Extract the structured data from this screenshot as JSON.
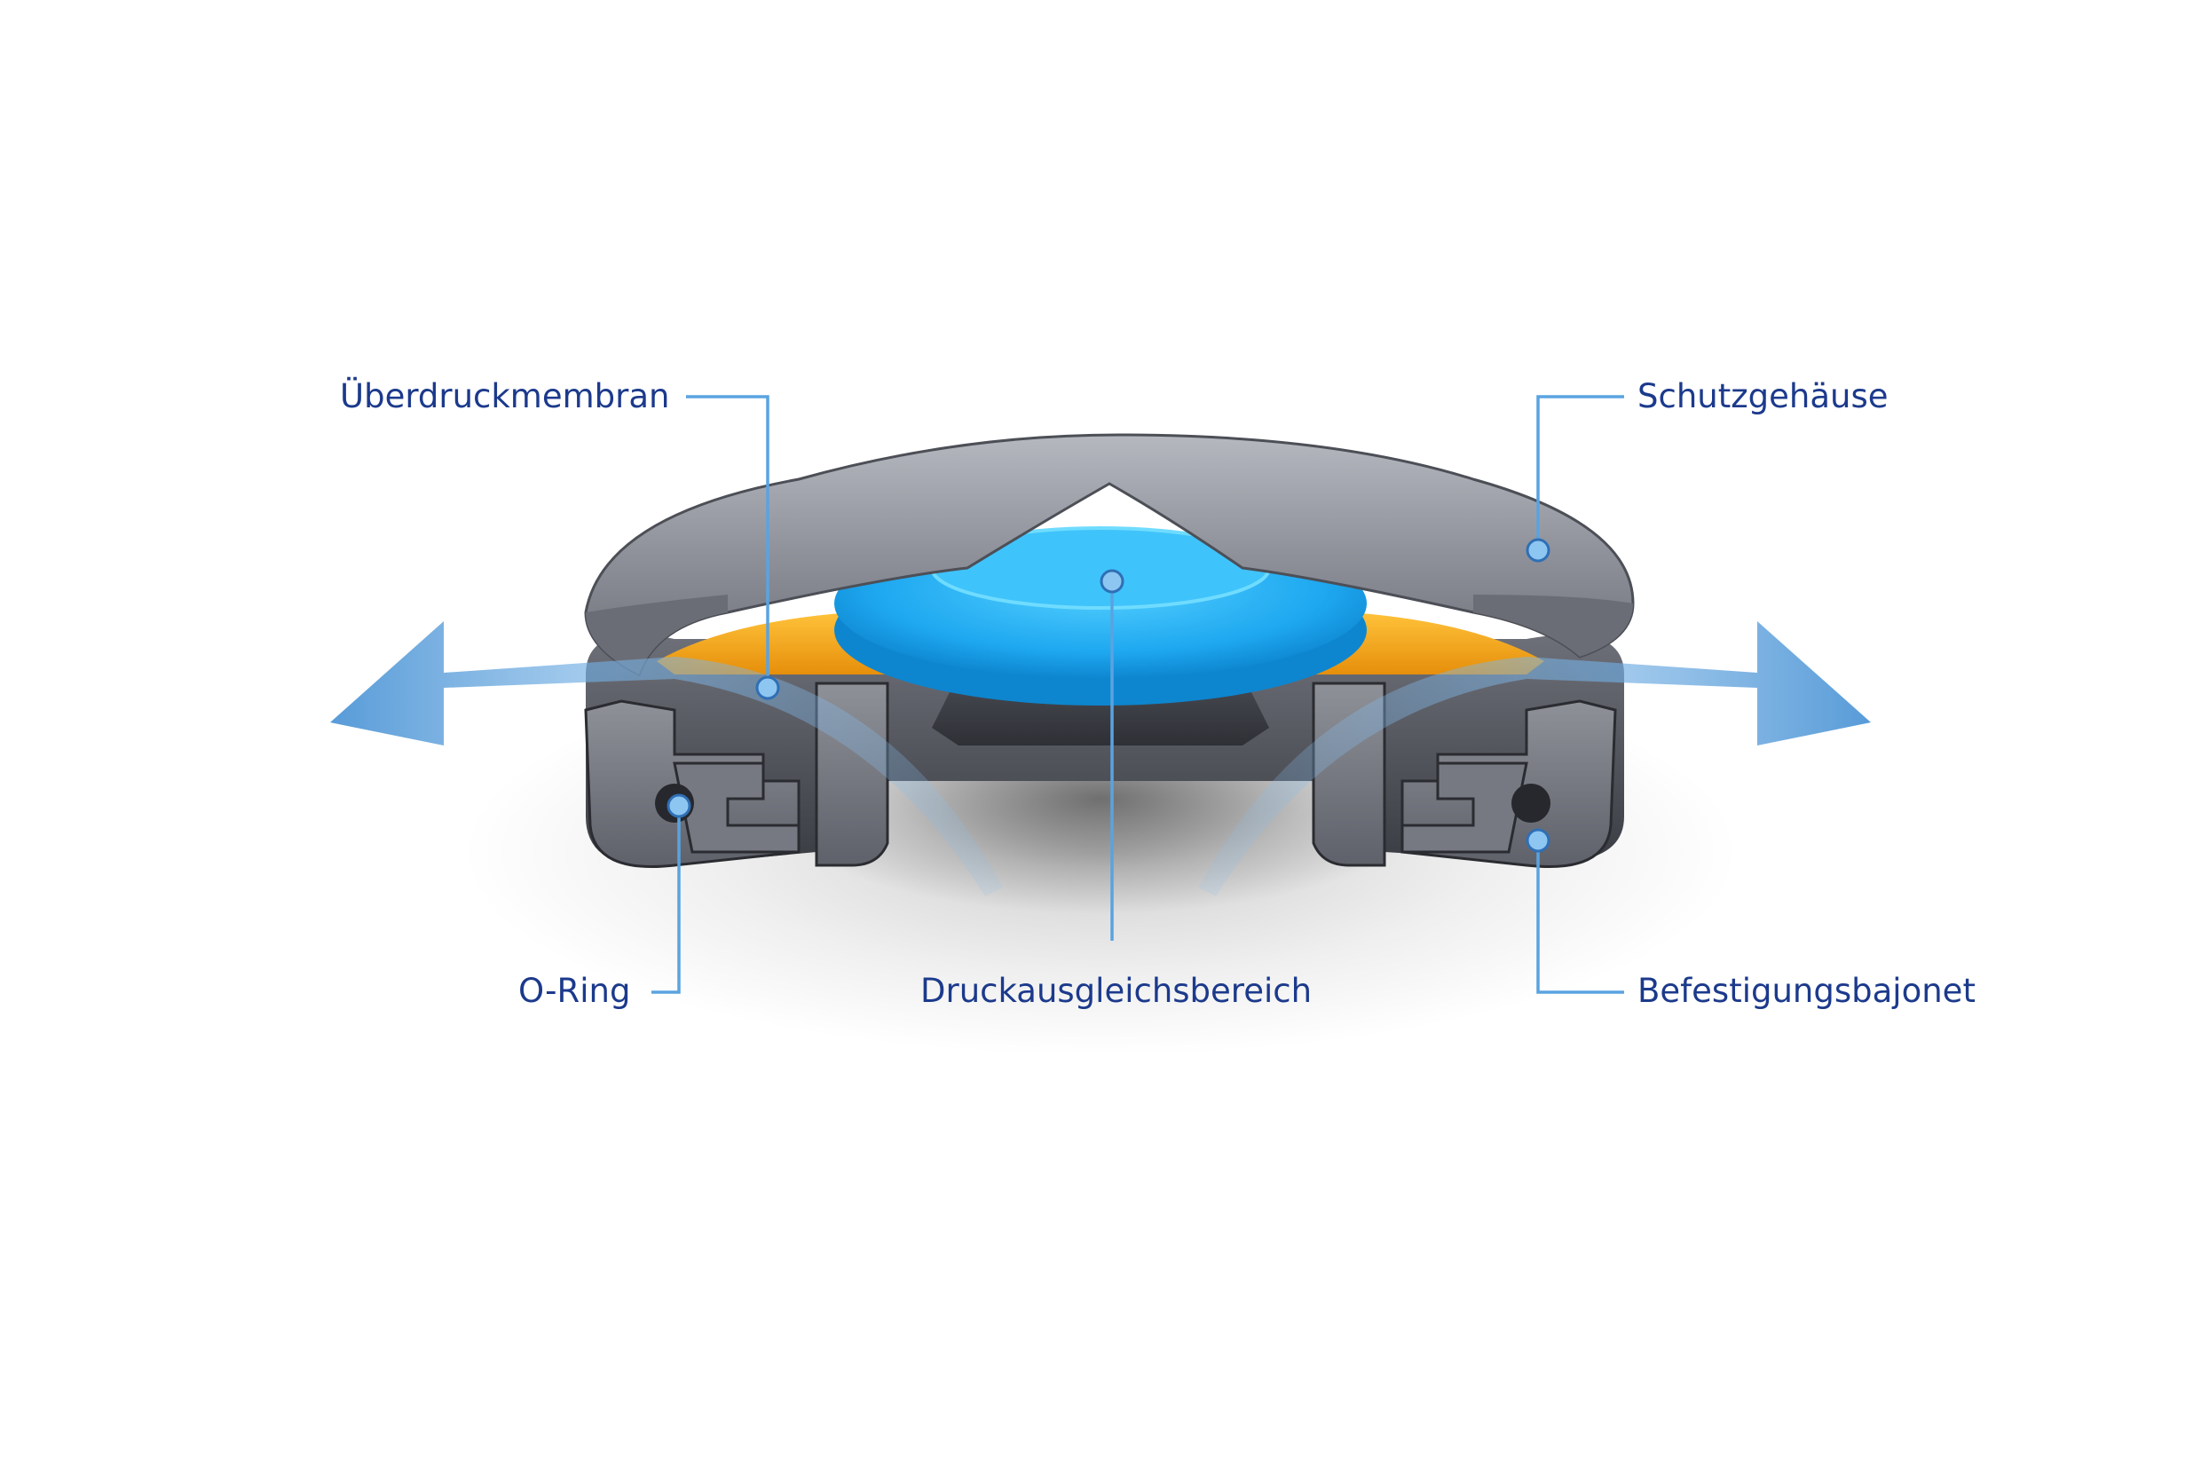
{
  "diagram": {
    "labels": {
      "top_left": "Überdruckmembran",
      "top_right": "Schutzgehäuse",
      "bottom_left": "O-Ring",
      "bottom_center": "Druckausgleichsbereich",
      "bottom_right": "Befestigungsbajonet"
    }
  },
  "colors": {
    "label_text": "#1c3a8c",
    "leader_line": "#5aa3e0",
    "housing_gray": "#8a8c95",
    "membrane_blue": "#2ab3f5",
    "seal_orange": "#f5a81c",
    "arrow_blue": "#4f9ad8"
  }
}
